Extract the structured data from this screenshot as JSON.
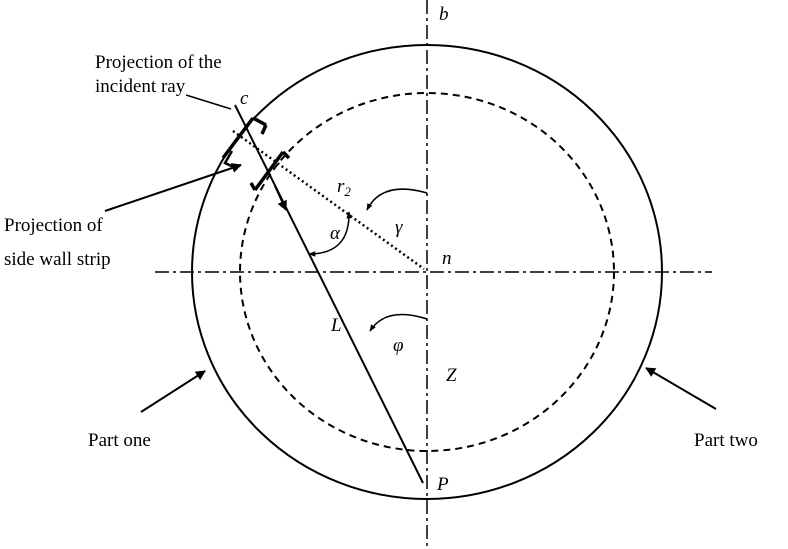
{
  "labels": {
    "b": "b",
    "c": "c",
    "n": "n",
    "P": "P",
    "L": "L",
    "Z": "Z",
    "r": "r",
    "r_sub": "2",
    "alpha": "α",
    "gamma": "γ",
    "phi": "φ",
    "incident_line1": "Projection of the",
    "incident_line2": "incident ray",
    "sidewall_line1": "Projection of",
    "sidewall_line2": "side wall strip",
    "part_one": "Part one",
    "part_two": "Part two"
  },
  "colors": {
    "stroke": "#000000",
    "background": "#ffffff"
  }
}
